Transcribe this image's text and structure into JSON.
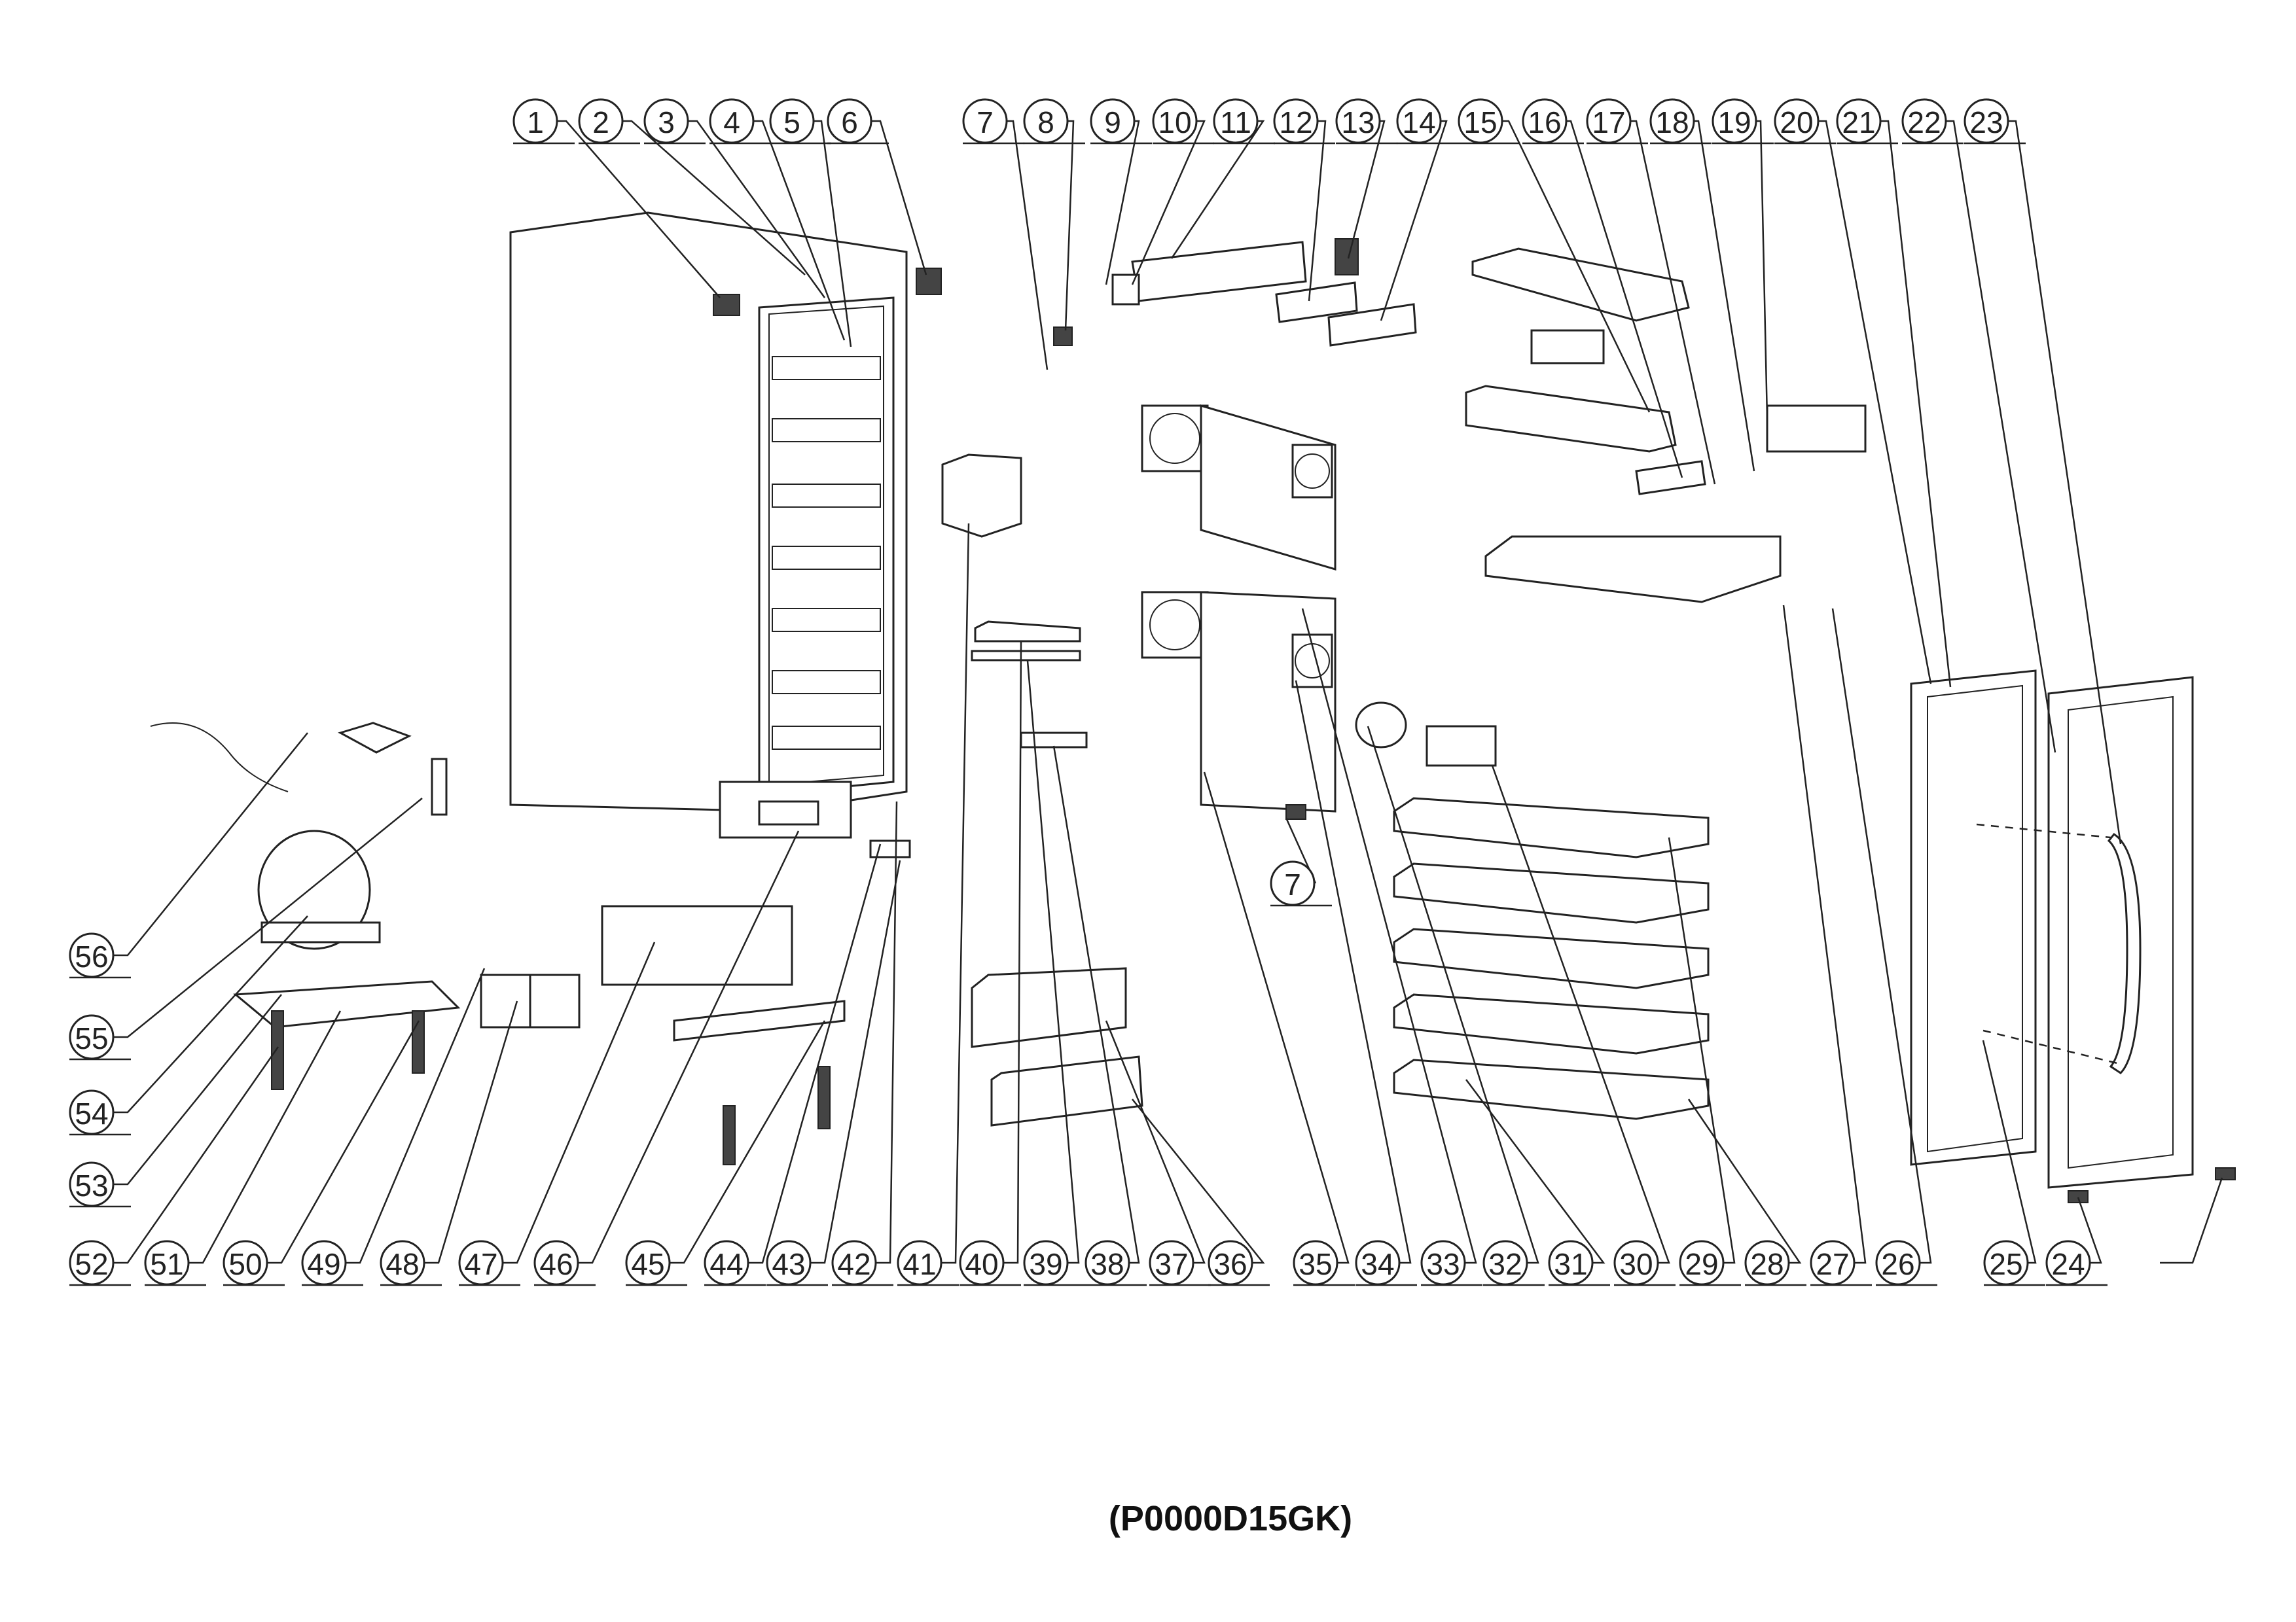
{
  "diagram": {
    "model_code": "(P0000D15GK)",
    "callouts": {
      "top": [
        "1",
        "2",
        "3",
        "4",
        "5",
        "6",
        "7",
        "8",
        "9",
        "10",
        "11",
        "12",
        "13",
        "14",
        "15",
        "16",
        "17",
        "18",
        "19",
        "20",
        "21",
        "22",
        "23"
      ],
      "bottom": [
        "56",
        "55",
        "54",
        "53",
        "52",
        "51",
        "50",
        "49",
        "48",
        "47",
        "46",
        "45",
        "44",
        "43",
        "42",
        "41",
        "40",
        "39",
        "38",
        "37",
        "36",
        "35",
        "34",
        "33",
        "32",
        "31",
        "30",
        "29",
        "28",
        "27",
        "26",
        "25",
        "24"
      ],
      "extra": [
        "7"
      ]
    }
  }
}
